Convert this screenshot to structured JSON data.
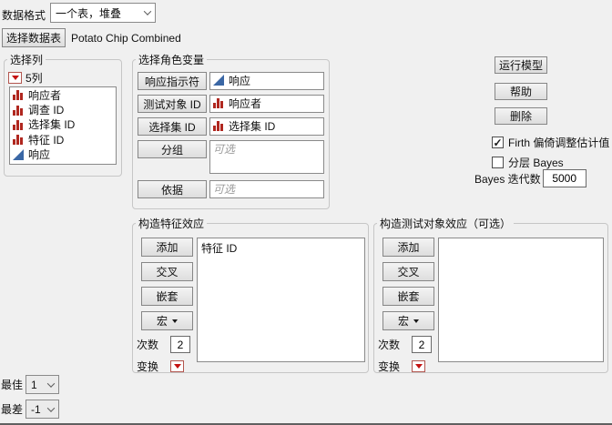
{
  "colors": {
    "background": "#f0f0f0",
    "nominal_icon_red": "#b0271f",
    "continuous_icon_blue": "#3a67a5",
    "menu_triangle_red": "#c41212"
  },
  "icons": {
    "nominal_column": "red histogram bars",
    "continuous_column": "blue right triangle",
    "column_menu": "red triangle in box",
    "dropdown": "chevron-down",
    "checked": "✓"
  },
  "data_format": {
    "label": "数据格式",
    "value": "一个表，堆叠"
  },
  "select_table": {
    "button": "选择数据表",
    "table_name": "Potato Chip Combined"
  },
  "select_columns": {
    "title": "选择列",
    "count_label": "5列",
    "items": [
      {
        "label": "响应者",
        "type": "nominal"
      },
      {
        "label": "调查 ID",
        "type": "nominal"
      },
      {
        "label": "选择集 ID",
        "type": "nominal"
      },
      {
        "label": "特征 ID",
        "type": "nominal"
      },
      {
        "label": "响应",
        "type": "continuous"
      }
    ]
  },
  "role_variables": {
    "title": "选择角色变量",
    "rows": [
      {
        "button": "响应指示符",
        "value": "响应",
        "icon": "continuous"
      },
      {
        "button": "测试对象 ID",
        "value": "响应者",
        "icon": "nominal"
      },
      {
        "button": "选择集 ID",
        "value": "选择集 ID",
        "icon": "nominal"
      },
      {
        "button": "分组",
        "placeholder": "可选"
      },
      {
        "button": "依据",
        "placeholder": "可选"
      }
    ]
  },
  "actions": {
    "run_model": "运行模型",
    "help": "帮助",
    "remove": "删除"
  },
  "options": {
    "firth": {
      "label": "Firth 偏倚调整估计值",
      "checked": true
    },
    "hierarchical_bayes": {
      "label": "分层 Bayes",
      "checked": false
    },
    "bayes_iterations": {
      "label": "Bayes 迭代数",
      "value": "5000"
    }
  },
  "feature_effects": {
    "title": "构造特征效应",
    "add": "添加",
    "cross": "交叉",
    "nest": "嵌套",
    "macros": "宏",
    "degree_label": "次数",
    "degree_value": "2",
    "transform_label": "变换",
    "effects": [
      "特征 ID"
    ]
  },
  "subject_effects": {
    "title": "构造测试对象效应（可选）",
    "add": "添加",
    "cross": "交叉",
    "nest": "嵌套",
    "macros": "宏",
    "degree_label": "次数",
    "degree_value": "2",
    "transform_label": "变换",
    "effects": []
  },
  "best_worst": {
    "best": {
      "label": "最佳",
      "value": "1"
    },
    "worst": {
      "label": "最差",
      "value": "-1"
    }
  }
}
